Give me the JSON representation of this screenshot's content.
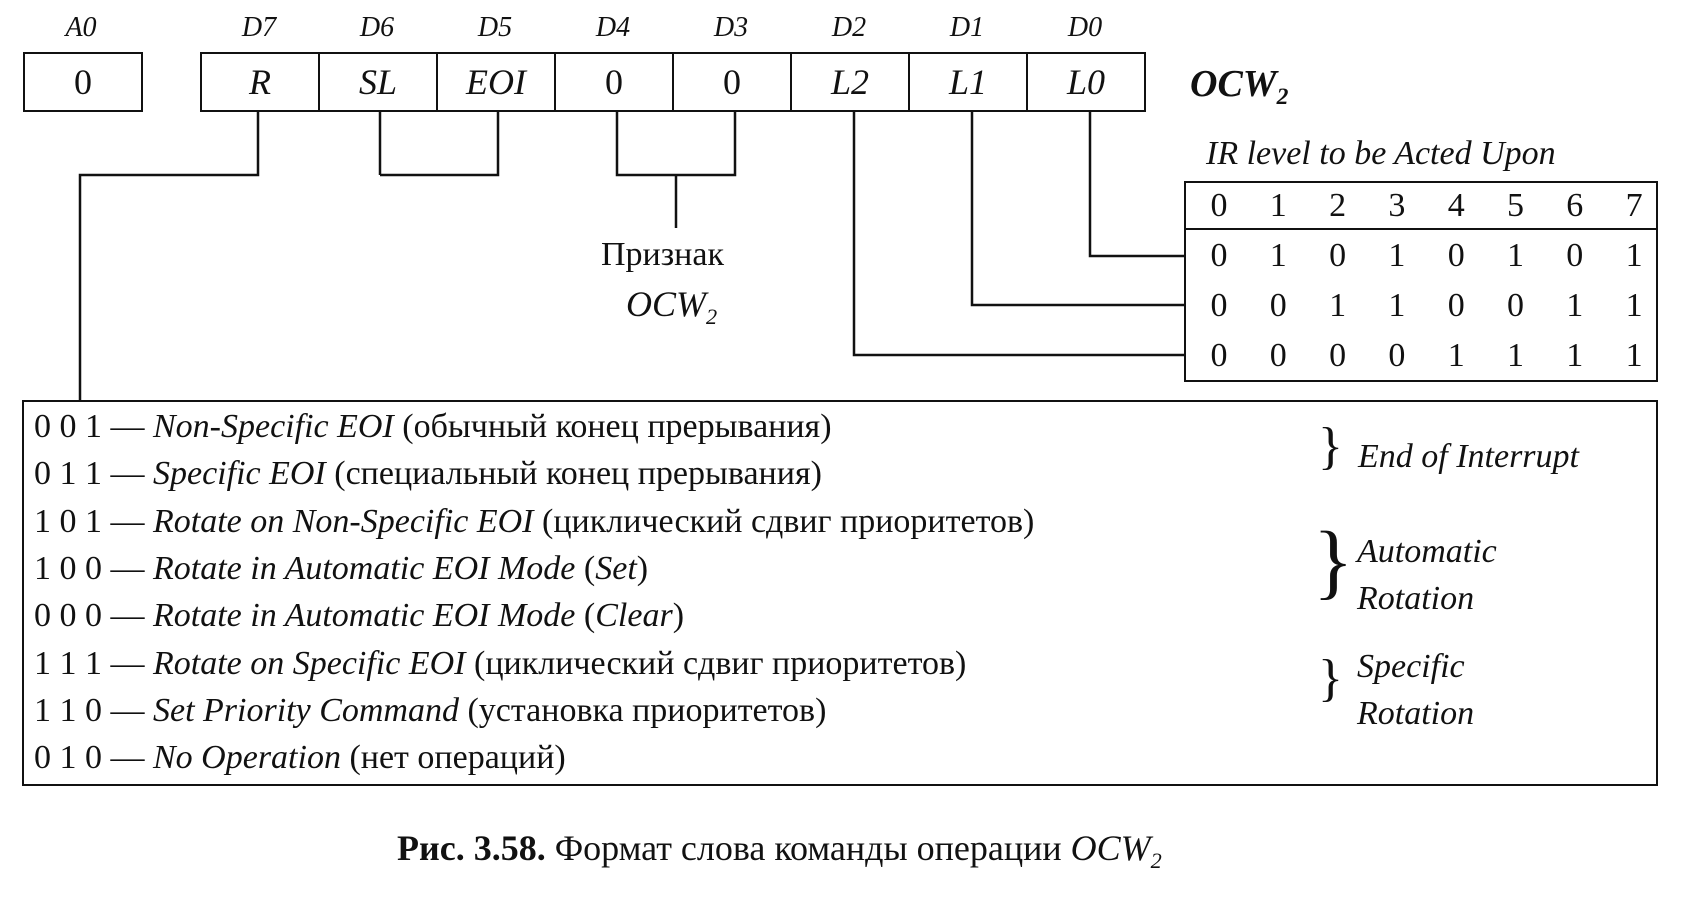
{
  "register": {
    "name": "OCW",
    "name_sub": "2",
    "a0": {
      "label": "A0",
      "value": "0"
    },
    "bits": [
      {
        "label": "D7",
        "value": "R"
      },
      {
        "label": "D6",
        "value": "SL"
      },
      {
        "label": "D5",
        "value": "EOI"
      },
      {
        "label": "D4",
        "value": "0"
      },
      {
        "label": "D3",
        "value": "0"
      },
      {
        "label": "D2",
        "value": "L2"
      },
      {
        "label": "D1",
        "value": "L1"
      },
      {
        "label": "D0",
        "value": "L0"
      }
    ]
  },
  "marker": {
    "line1": "Признак",
    "line2": "OCW",
    "line2_sub": "2"
  },
  "ir_table": {
    "title": "IR level to be Acted Upon",
    "header": [
      "0",
      "1",
      "2",
      "3",
      "4",
      "5",
      "6",
      "7"
    ],
    "rows": [
      [
        "0",
        "1",
        "0",
        "1",
        "0",
        "1",
        "0",
        "1"
      ],
      [
        "0",
        "0",
        "1",
        "1",
        "0",
        "0",
        "1",
        "1"
      ],
      [
        "0",
        "0",
        "0",
        "0",
        "1",
        "1",
        "1",
        "1"
      ]
    ]
  },
  "commands": [
    {
      "code": "0 0 1",
      "name": "Non-Specific EOI",
      "desc": "(обычный конец прерывания)"
    },
    {
      "code": "0 1 1",
      "name": "Specific EOI",
      "desc": "(специальный конец прерывания)"
    },
    {
      "code": "1 0 1",
      "name": "Rotate on Non-Specific EOI",
      "desc": "(циклический сдвиг приоритетов)"
    },
    {
      "code": "1 0 0",
      "name": "Rotate in Automatic EOI Mode",
      "desc_open": "(",
      "desc_it": "Set",
      "desc_close": ")"
    },
    {
      "code": "0 0 0",
      "name": "Rotate in Automatic EOI Mode",
      "desc_open": "(",
      "desc_it": "Clear",
      "desc_close": ")"
    },
    {
      "code": "1 1 1",
      "name": "Rotate on Specific EOI",
      "desc": "(циклический сдвиг приоритетов)"
    },
    {
      "code": "1 1 0",
      "name": "Set Priority Command",
      "desc": "(установка приоритетов)"
    },
    {
      "code": "0 1 0",
      "name": "No Operation",
      "desc": "(нет операций)"
    }
  ],
  "groups": [
    {
      "line1": "End of Interrupt"
    },
    {
      "line1": "Automatic",
      "line2": "Rotation"
    },
    {
      "line1": "Specific",
      "line2": "Rotation"
    }
  ],
  "caption": {
    "label": "Рис. 3.58.",
    "text": "Формат слова команды операции",
    "term": "OCW",
    "term_sub": "2"
  }
}
